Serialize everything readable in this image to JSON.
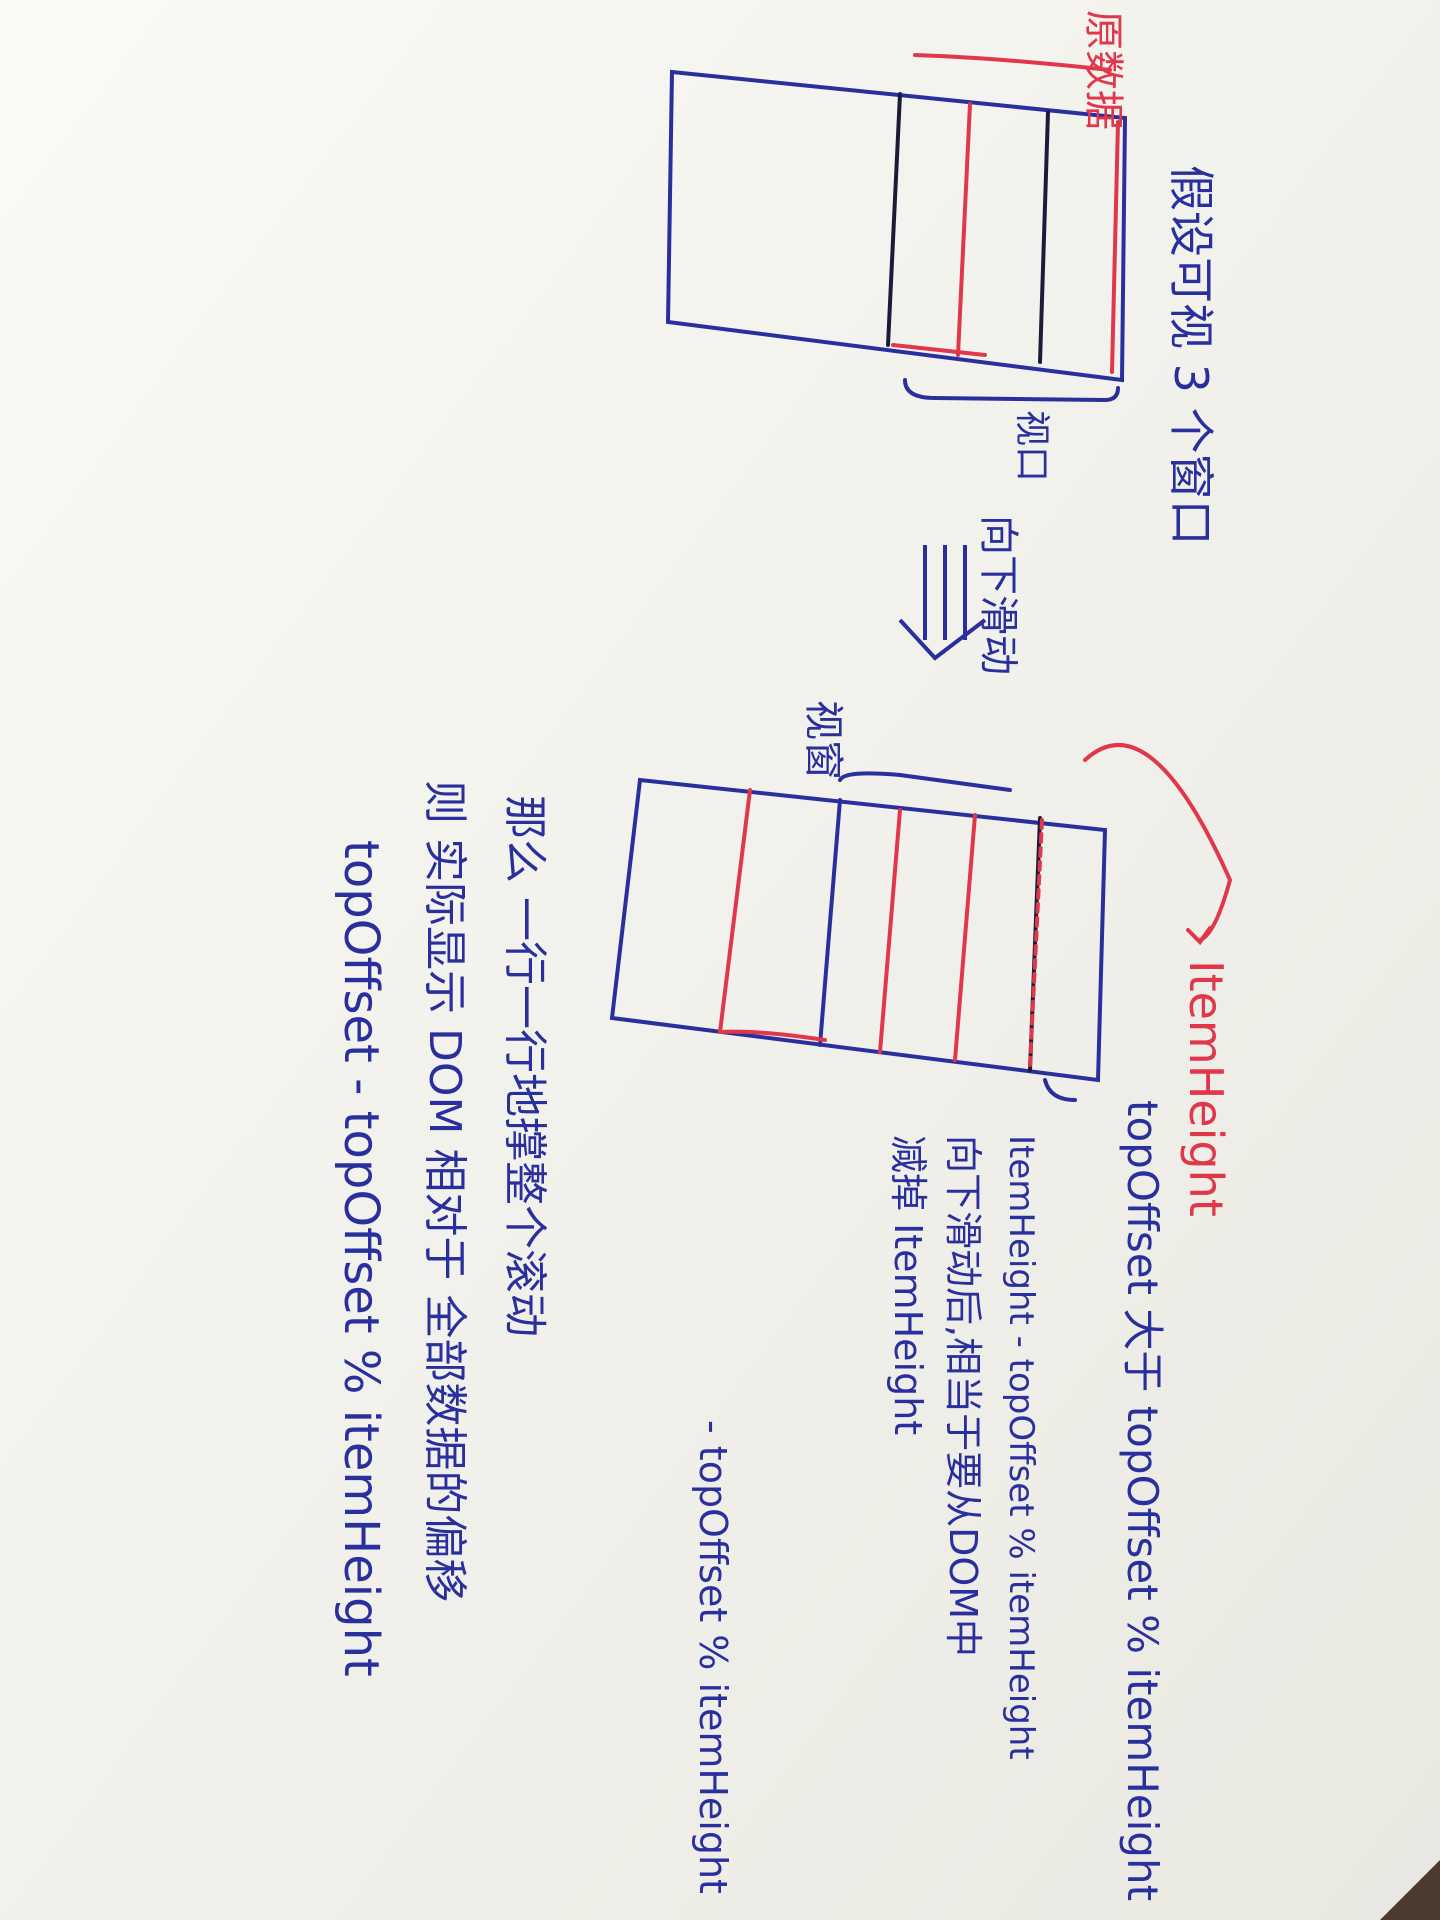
{
  "annotations": {
    "title": "假设可视 3 个窗口",
    "viewport_label": "视口",
    "scroll_label": "向下滑动",
    "scroll_sub": "视窗",
    "brace_red_label": "原数据",
    "item_height_label": "ItemHeight",
    "formula_1": "topOffset 大于 topOffset % itemHeight",
    "formula_2": "ItemHeight - topOffset % itemHeight",
    "formula_3": "向下滑动后,相当于要从DOM中",
    "formula_4": "减掉 ItemHeight",
    "formula_5": "- topOffset % itemHeight",
    "conclusion_1": "那么 一行一行地撑整个滚动",
    "conclusion_2": "则 实际显示 DOM 相对于 全部数据的偏移",
    "conclusion_3": "topOffset - topOffset % itemHeight"
  },
  "colors": {
    "paper": "#f4f3ee",
    "ink_blue": "#2a2f9e",
    "ink_red": "#e0374a",
    "ink_dark": "#1c1c3a",
    "shadow": "#3b3a2e"
  }
}
